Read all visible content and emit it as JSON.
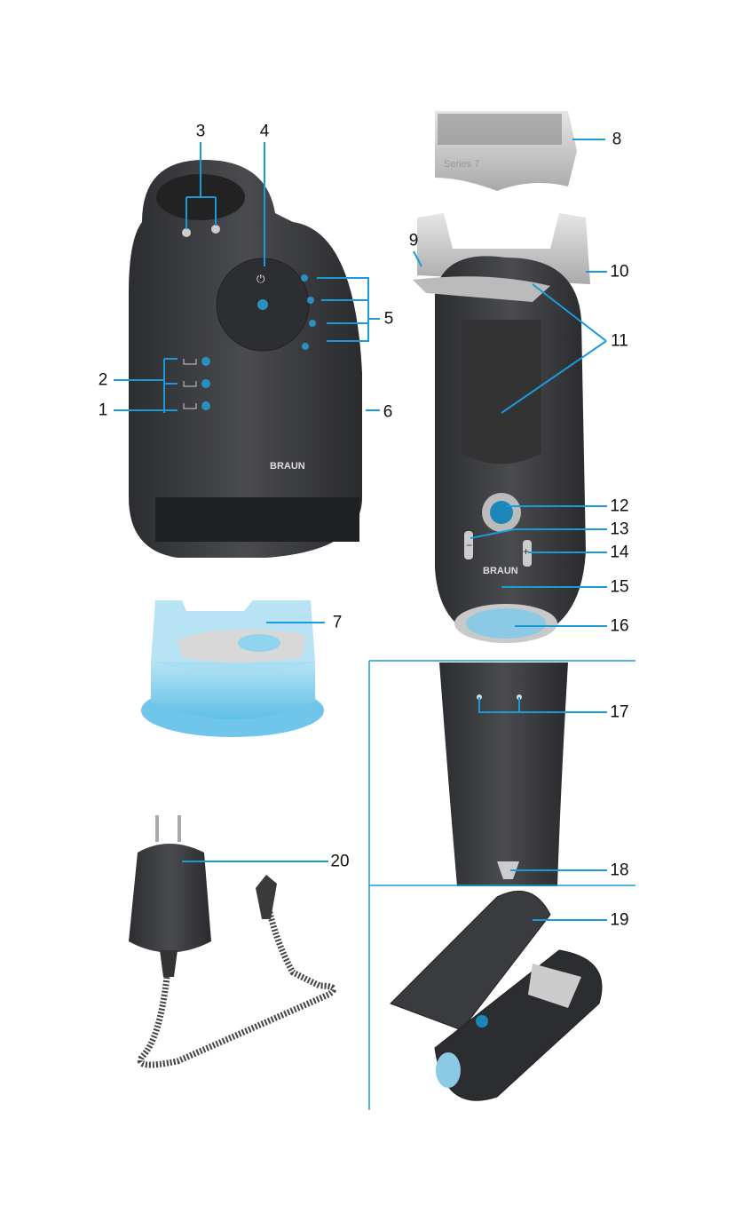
{
  "callouts": {
    "c1": "1",
    "c2": "2",
    "c3": "3",
    "c4": "4",
    "c5": "5",
    "c6": "6",
    "c7": "7",
    "c8": "8",
    "c9": "9",
    "c10": "10",
    "c11": "11",
    "c12": "12",
    "c13": "13",
    "c14": "14",
    "c15": "15",
    "c16": "16",
    "c17": "17",
    "c18": "18",
    "c19": "19",
    "c20": "20"
  },
  "product": {
    "brand": "BRAUN",
    "foil_head_text": "Series 7",
    "minus": "−",
    "plus": "+"
  },
  "colors": {
    "leader": "#1a9ad6",
    "body": "#3b3c3f",
    "accent_blue": "#2b8fc0",
    "cartridge": "#8fd3ef"
  }
}
